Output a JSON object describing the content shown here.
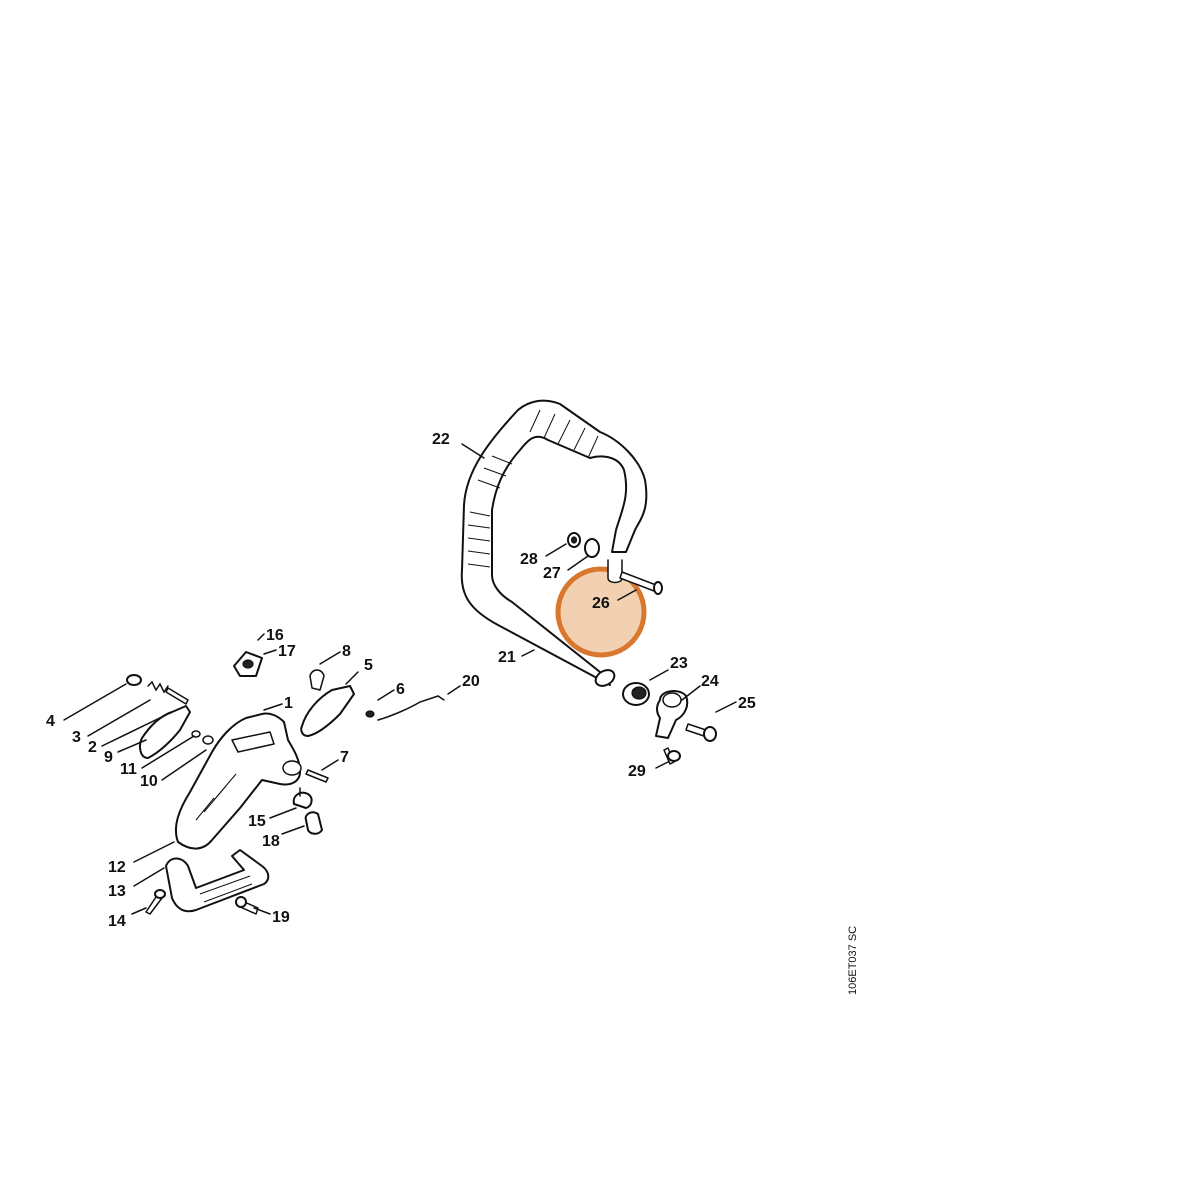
{
  "diagram_code": "106ET037 SC",
  "highlight": {
    "target_label": "26",
    "color": "#d9772e",
    "fill": "#f0c8a4"
  },
  "callouts": [
    {
      "id": "1",
      "text": "1"
    },
    {
      "id": "2",
      "text": "2"
    },
    {
      "id": "3",
      "text": "3"
    },
    {
      "id": "4",
      "text": "4"
    },
    {
      "id": "5",
      "text": "5"
    },
    {
      "id": "6",
      "text": "6"
    },
    {
      "id": "7",
      "text": "7"
    },
    {
      "id": "8",
      "text": "8"
    },
    {
      "id": "9",
      "text": "9"
    },
    {
      "id": "10",
      "text": "10"
    },
    {
      "id": "11",
      "text": "11"
    },
    {
      "id": "12",
      "text": "12"
    },
    {
      "id": "13",
      "text": "13"
    },
    {
      "id": "14",
      "text": "14"
    },
    {
      "id": "15",
      "text": "15"
    },
    {
      "id": "16",
      "text": "16"
    },
    {
      "id": "17",
      "text": "17"
    },
    {
      "id": "18",
      "text": "18"
    },
    {
      "id": "19",
      "text": "19"
    },
    {
      "id": "20",
      "text": "20"
    },
    {
      "id": "21",
      "text": "21"
    },
    {
      "id": "22",
      "text": "22"
    },
    {
      "id": "23",
      "text": "23"
    },
    {
      "id": "24",
      "text": "24"
    },
    {
      "id": "25",
      "text": "25"
    },
    {
      "id": "26",
      "text": "26"
    },
    {
      "id": "27",
      "text": "27"
    },
    {
      "id": "28",
      "text": "28"
    },
    {
      "id": "29",
      "text": "29"
    }
  ]
}
